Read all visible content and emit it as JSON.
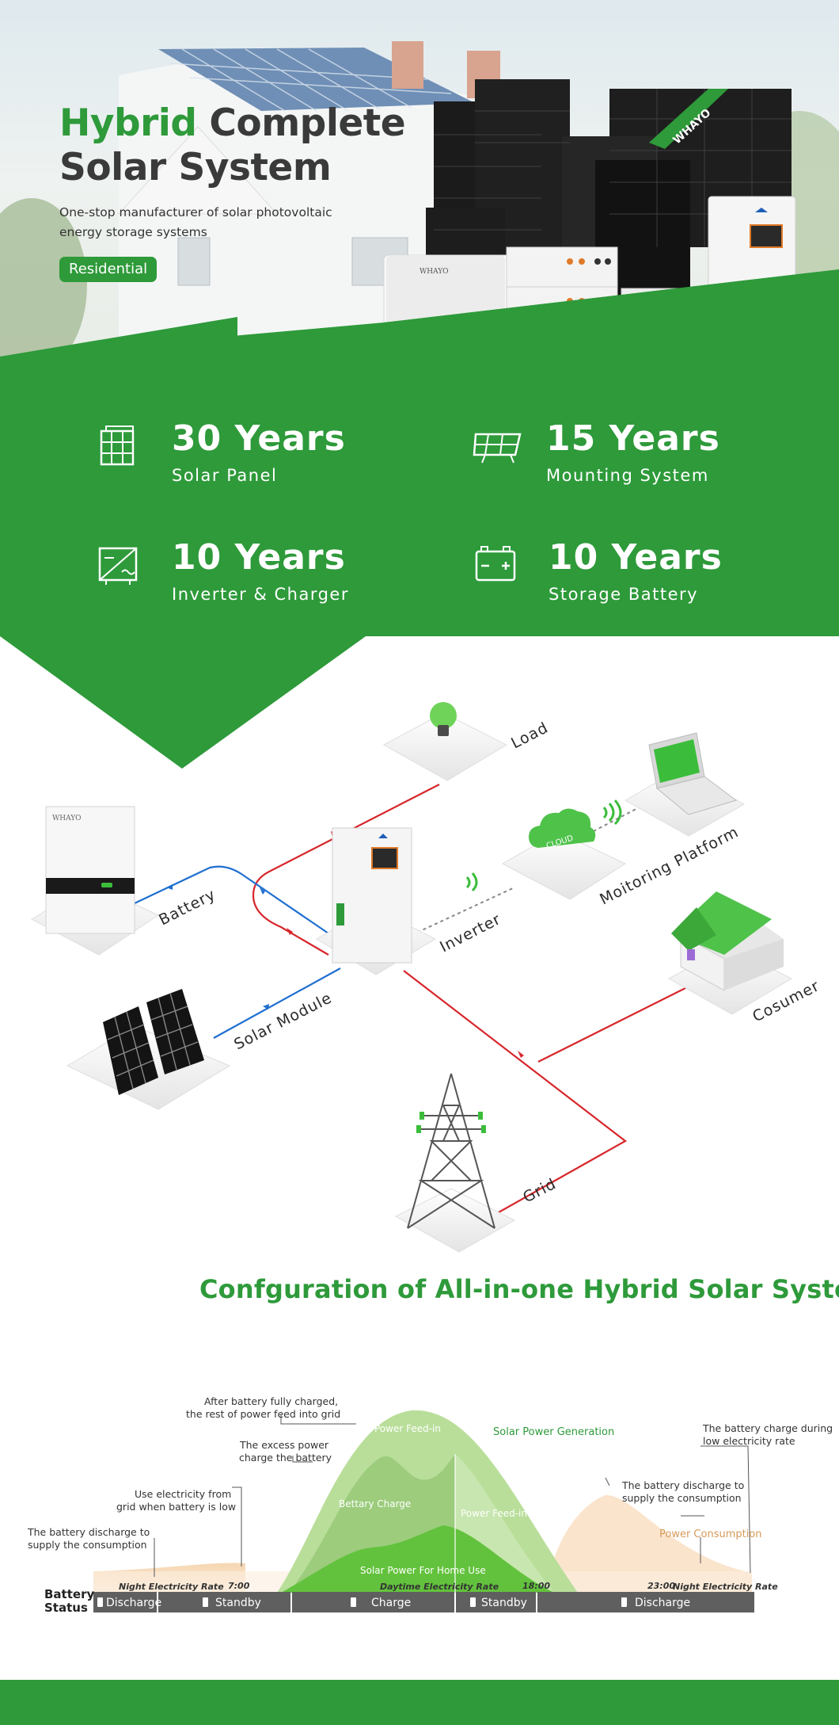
{
  "hero": {
    "title_accent": "Hybrid",
    "title_rest": " Complete",
    "title_line2": "Solar System",
    "subtitle": "One-stop manufacturer of solar photovoltaic energy storage systems",
    "badge": "Residential",
    "brand": "WHAYO",
    "battery_brand": "WHAYO"
  },
  "warranties": [
    {
      "years": "30 Years",
      "label": "Solar Panel",
      "icon": "solar-panel-icon"
    },
    {
      "years": "15 Years",
      "label": "Mounting System",
      "icon": "mounting-system-icon"
    },
    {
      "years": "10 Years",
      "label": "Inverter & Charger",
      "icon": "inverter-icon"
    },
    {
      "years": "10 Years",
      "label": "Storage Battery",
      "icon": "battery-icon"
    }
  ],
  "diagram": {
    "load": "Load",
    "monitoring": "Moitoring Platform",
    "battery": "Battery",
    "inverter": "Inverter",
    "solar_module": "Solar Module",
    "consumer": "Cosumer",
    "grid": "Grid",
    "cloud_text": "CLOUD",
    "battery_brand": "WHAYO"
  },
  "config_title": "Confguration of All-in-one Hybrid Solar System",
  "chart": {
    "annotations": {
      "after_charged_1": "After battery fully charged,",
      "after_charged_2": "the rest of power feed into grid",
      "excess_1": "The excess power",
      "excess_2": "charge the battery",
      "use_grid_1": "Use electricity from",
      "use_grid_2": "grid when battery is low",
      "discharge_left_1": "The battery discharge to",
      "discharge_left_2": "supply the consumption",
      "charge_low_1": "The battery charge during",
      "charge_low_2": "low electricity rate",
      "discharge_right_1": "The battery discharge to",
      "discharge_right_2": "supply the consumption"
    },
    "labels": {
      "power_feed_in_top": "Power Feed-in",
      "solar_generation": "Solar Power Generation",
      "battery_charge": "Bettary Charge",
      "power_feed_in_right": "Power Feed-in",
      "power_consumption": "Power Consumption",
      "solar_home_use": "Solar Power For Home Use"
    },
    "axis": {
      "night_left": "Night Electricity Rate",
      "t_700": "7:00",
      "daytime": "Daytime Electricity Rate",
      "t_1800": "18:00",
      "t_2300": "23:00",
      "night_right": "Night Electricity Rate"
    },
    "battery_status_label_1": "Battery",
    "battery_status_label_2": "Status",
    "status_segments": [
      "Discharge",
      "Standby",
      "Charge",
      "Standby",
      "Discharge"
    ]
  },
  "colors": {
    "brand_green": "#2e9a3a",
    "line_red": "#d7262b",
    "line_blue": "#1f6fd0",
    "consumption_orange": "#f2cfa3"
  }
}
